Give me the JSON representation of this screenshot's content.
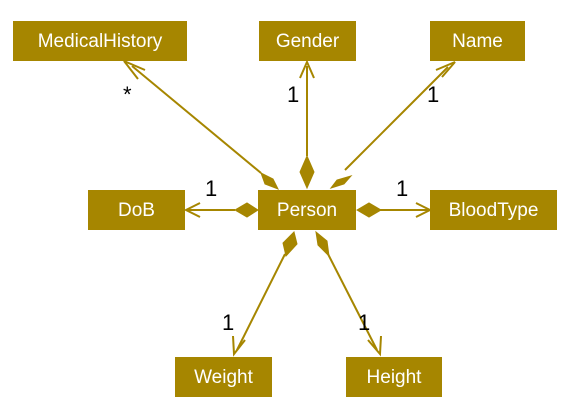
{
  "colors": {
    "node_fill": "#a68600",
    "node_text": "#ffffff",
    "edge": "#a68600",
    "multiplicity_text": "#000000"
  },
  "nodes": {
    "medical_history": "MedicalHistory",
    "gender": "Gender",
    "name": "Name",
    "dob": "DoB",
    "person": "Person",
    "blood_type": "BloodType",
    "weight": "Weight",
    "height": "Height"
  },
  "multiplicities": {
    "medical_history": "*",
    "gender": "1",
    "name": "1",
    "dob": "1",
    "blood_type": "1",
    "weight": "1",
    "height": "1"
  },
  "relationships": [
    {
      "from": "Person",
      "to": "MedicalHistory",
      "type": "composition",
      "multiplicity": "*"
    },
    {
      "from": "Person",
      "to": "Gender",
      "type": "composition",
      "multiplicity": "1"
    },
    {
      "from": "Person",
      "to": "Name",
      "type": "composition",
      "multiplicity": "1"
    },
    {
      "from": "Person",
      "to": "DoB",
      "type": "composition",
      "multiplicity": "1"
    },
    {
      "from": "Person",
      "to": "BloodType",
      "type": "composition",
      "multiplicity": "1"
    },
    {
      "from": "Person",
      "to": "Weight",
      "type": "composition",
      "multiplicity": "1"
    },
    {
      "from": "Person",
      "to": "Height",
      "type": "composition",
      "multiplicity": "1"
    }
  ]
}
